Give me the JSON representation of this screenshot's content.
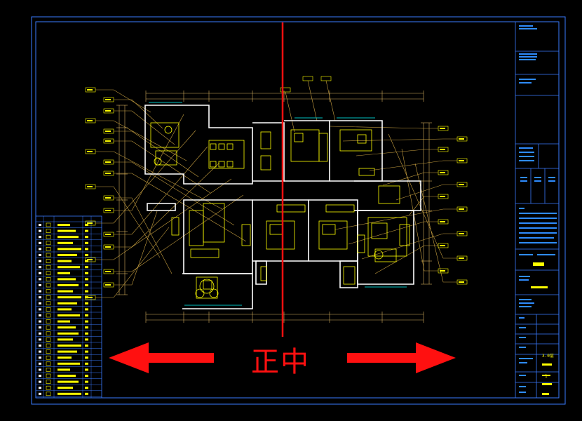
{
  "annotation": {
    "center_label": "正中",
    "arrow_color": "#ff1010"
  },
  "colors": {
    "frame": "#3a7bff",
    "walls": "#ffffff",
    "furniture": "#ffff00",
    "leaders": "#c8a040",
    "dimensions": "#d4b060",
    "centerline": "#ff1010",
    "accent": "#00c0c0"
  },
  "title_block": {
    "stamp": "3.0层",
    "sheet_no": "1"
  }
}
